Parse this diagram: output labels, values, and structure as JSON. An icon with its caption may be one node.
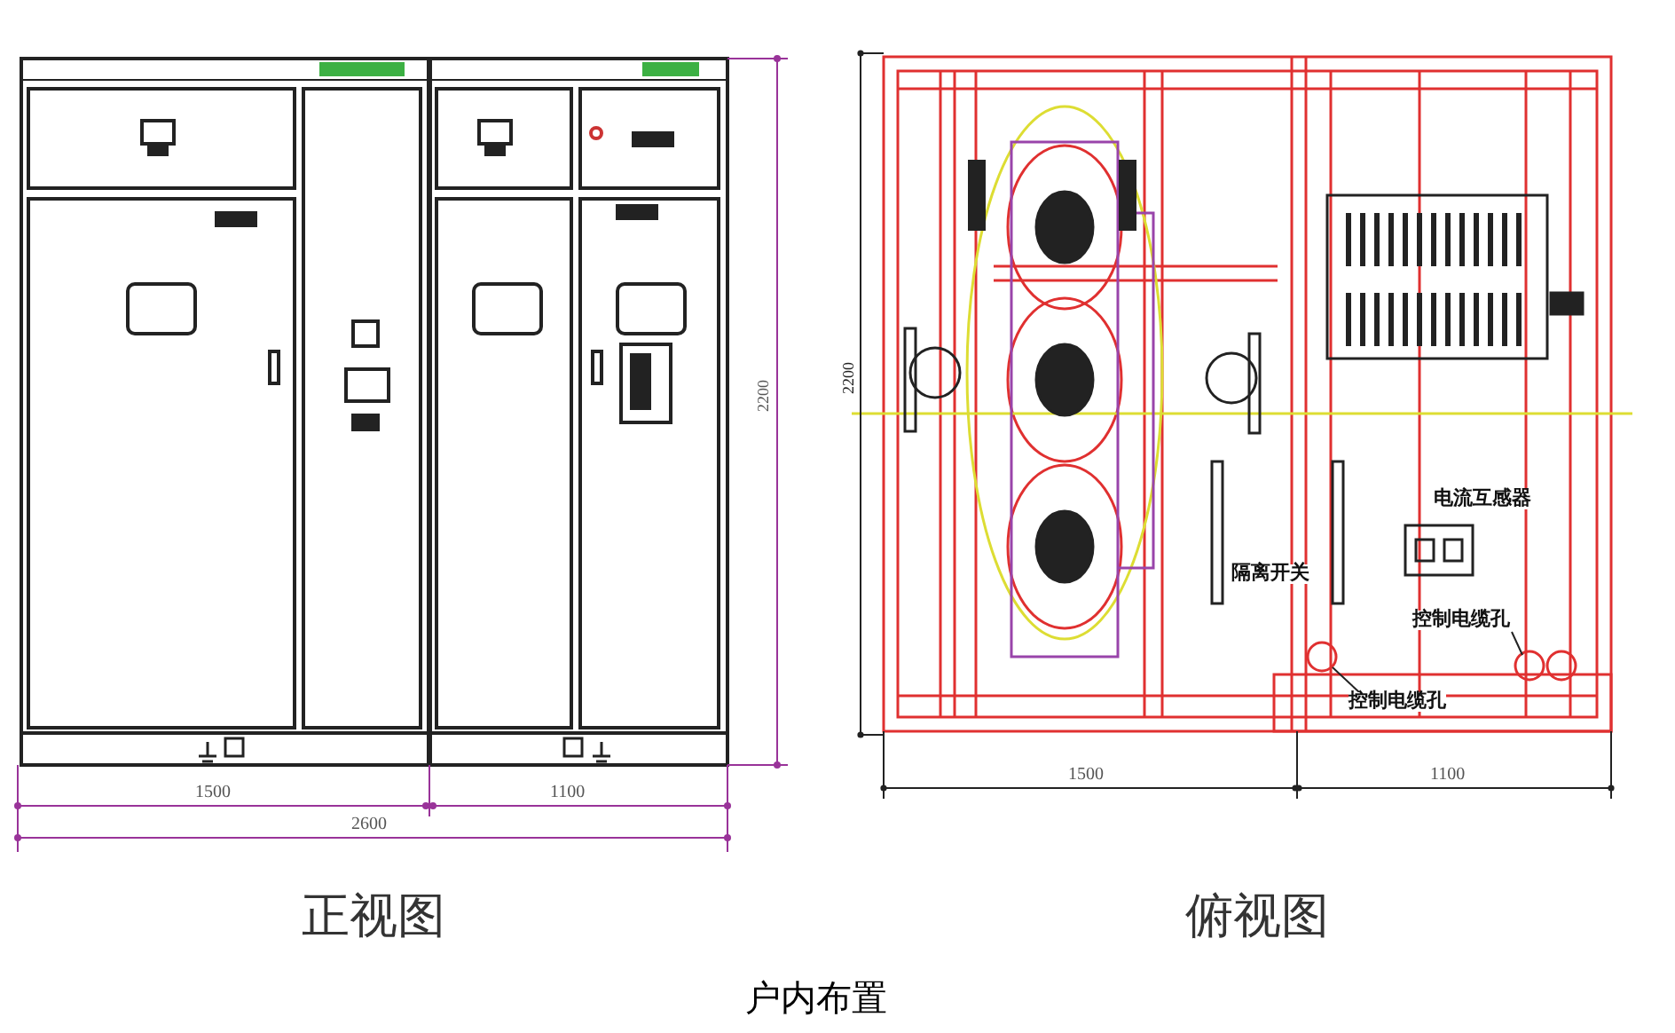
{
  "diagram": {
    "caption": "户内布置",
    "nodes": [
      {
        "text": [
          "控制电缆孔"
        ]
      },
      {
        "text": [
          "控制电缆孔"
        ]
      },
      {
        "text": [
          "电流互感器"
        ]
      },
      {
        "text": [
          "隔离开关"
        ]
      }
    ],
    "edges": [
      {
        "from": 0,
        "to": null,
        "arrow": "none"
      },
      {
        "from": 1,
        "to": null,
        "arrow": "none"
      }
    ],
    "labels": [
      "2200",
      "1500",
      "1100",
      "2600",
      "2200",
      "1500",
      "1100",
      "正视图",
      "俯视图"
    ]
  }
}
